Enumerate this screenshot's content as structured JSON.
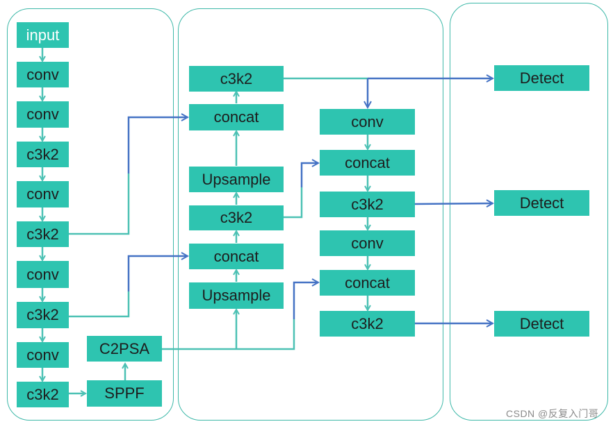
{
  "backbone": {
    "input": "input",
    "conv1": "conv",
    "conv2": "conv",
    "c3k2_1": "c3k2",
    "conv3": "conv",
    "c3k2_2": "c3k2",
    "conv4": "conv",
    "c3k2_3": "c3k2",
    "conv5": "conv",
    "c3k2_4": "c3k2",
    "sppf": "SPPF",
    "c2psa": "C2PSA"
  },
  "neck": {
    "c3k2_top": "c3k2",
    "concat_1": "concat",
    "upsample_1": "Upsample",
    "c3k2_mid": "c3k2",
    "concat_2": "concat",
    "upsample_2": "Upsample",
    "conv_a": "conv",
    "concat_3": "concat",
    "c3k2_b": "c3k2",
    "conv_b": "conv",
    "concat_4": "concat",
    "c3k2_c": "c3k2"
  },
  "head": {
    "detect_1": "Detect",
    "detect_2": "Detect",
    "detect_3": "Detect"
  },
  "colors": {
    "block": "#2ec4b0",
    "panel_border": "#3db8a8",
    "arrow_teal": "#4cc1b4",
    "arrow_blue": "#4472c4"
  },
  "watermark": "CSDN @反复入门哥"
}
